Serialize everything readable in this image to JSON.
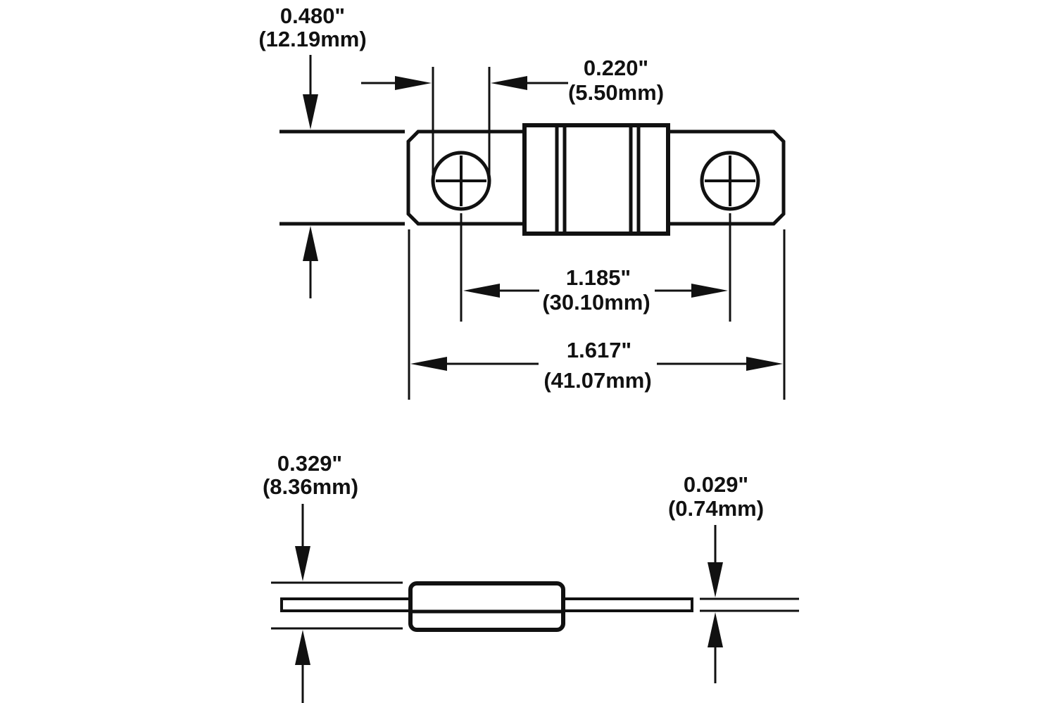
{
  "colors": {
    "background": "#ffffff",
    "line": "#111111",
    "text": "#111111"
  },
  "top_view": {
    "height": {
      "inches": "0.480\"",
      "metric": "(12.19mm)"
    },
    "hole_diameter": {
      "inches": "0.220\"",
      "metric": "(5.50mm)"
    },
    "hole_spacing": {
      "inches": "1.185\"",
      "metric": "(30.10mm)"
    },
    "overall_length": {
      "inches": "1.617\"",
      "metric": "(41.07mm)"
    }
  },
  "side_view": {
    "body_height": {
      "inches": "0.329\"",
      "metric": "(8.36mm)"
    },
    "terminal_thickness": {
      "inches": "0.029\"",
      "metric": "(0.74mm)"
    }
  }
}
